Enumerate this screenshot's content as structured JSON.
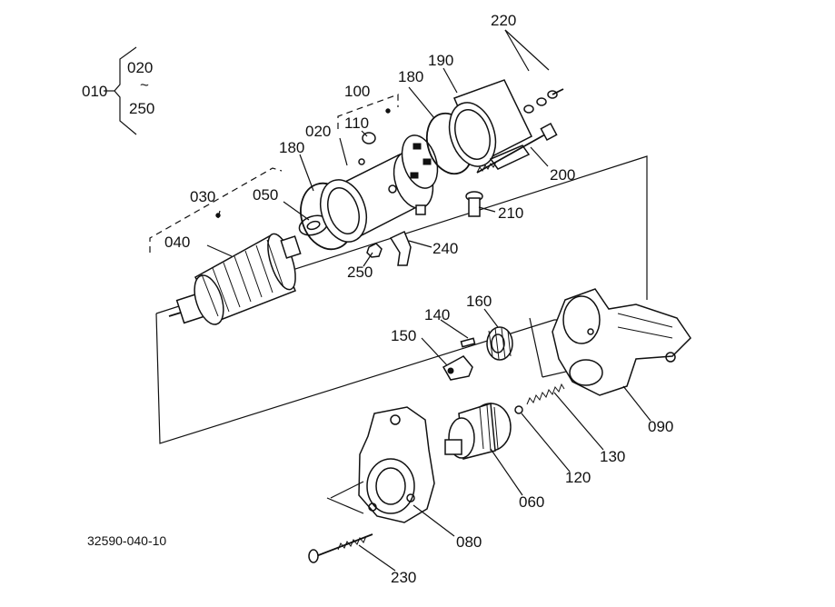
{
  "group": {
    "parent": "010",
    "first": "020",
    "tilde": "~",
    "last": "250"
  },
  "labels": {
    "p020a": "020",
    "p030": "030",
    "p040": "040",
    "p050": "050",
    "p060": "060",
    "p080": "080",
    "p090": "090",
    "p100": "100",
    "p110": "110",
    "p120": "120",
    "p130": "130",
    "p140": "140",
    "p150": "150",
    "p160": "160",
    "p180a": "180",
    "p180b": "180",
    "p190": "190",
    "p200": "200",
    "p210": "210",
    "p220": "220",
    "p230": "230",
    "p240": "240",
    "p250": "250"
  },
  "diagram_code": "32590-040-10"
}
